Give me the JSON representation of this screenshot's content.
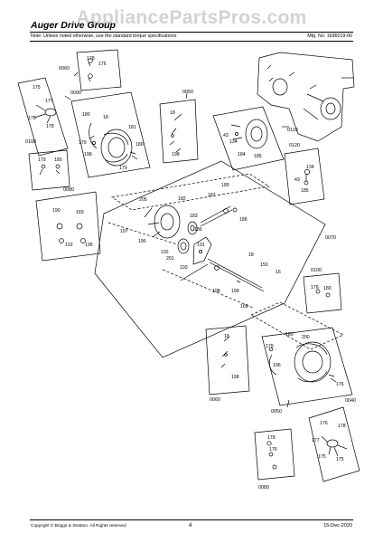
{
  "header": {
    "watermark": "AppliancePartsPros.com",
    "title": "Auger Drive Group",
    "note": "Note: Unless noted otherwise, use the standard torque specifications",
    "mfg_no": "Mfg. No: 1696019-00"
  },
  "footer": {
    "copyright": "Copyright © Briggs & Stratton. All Rights reserved",
    "page": "4",
    "date": "15-Dec-2020"
  },
  "groups": {
    "g0060": {
      "code": "0060",
      "parts": [
        "178",
        "176"
      ]
    },
    "g0090": {
      "code": "0090",
      "parts": [
        "175",
        "177",
        "175",
        "178",
        "180",
        "18",
        "181",
        "179",
        "180",
        "198",
        "179"
      ]
    },
    "g0050": {
      "code": "0050",
      "parts": [
        "18",
        "198"
      ]
    },
    "g0110": {
      "code": "0110",
      "parts": [
        "43",
        "134",
        "184",
        "185"
      ]
    },
    "g0100": {
      "code": "0100",
      "parts": [
        "179",
        "180"
      ]
    },
    "g0120": {
      "code": "0120",
      "parts": [
        "134",
        "43",
        "185"
      ]
    },
    "g0080": {
      "code": "0080",
      "parts": [
        "190",
        "183",
        "192",
        "195"
      ]
    },
    "g0070": {
      "code": "0070",
      "parts": [
        "205",
        "197",
        "182",
        "187",
        "189",
        "183",
        "188",
        "186",
        "196",
        "192",
        "201",
        "191",
        "193",
        "18",
        "150",
        "16",
        "198",
        "199",
        "169"
      ]
    },
    "g0100b": {
      "code": "0100",
      "parts": [
        "179",
        "180"
      ]
    },
    "g0060b": {
      "code": "0060",
      "parts": [
        "18",
        "198"
      ]
    },
    "g0050b": {
      "code": "0050",
      "parts": [
        "180",
        "200",
        "179",
        "196",
        "176"
      ]
    },
    "g0040": {
      "code": "0040",
      "parts": [
        "176",
        "178",
        "177",
        "175",
        "175"
      ]
    },
    "g0080b": {
      "code": "0080",
      "parts": [
        "178",
        "176"
      ]
    }
  }
}
